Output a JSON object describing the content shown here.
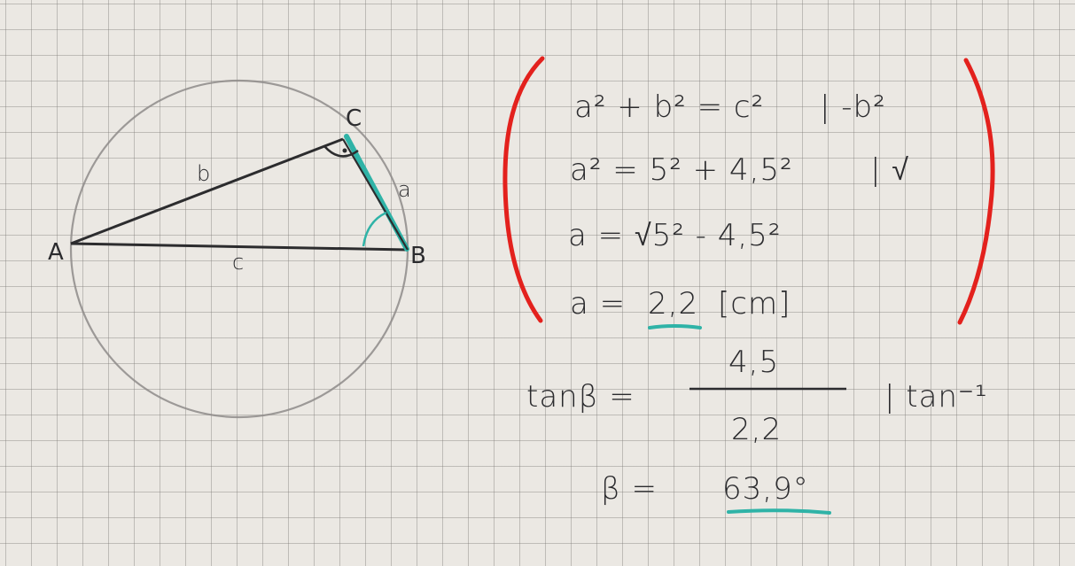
{
  "sketch": {
    "vertices": {
      "A": "A",
      "B": "B",
      "C": "C"
    },
    "sides": {
      "a": "a",
      "b": "b",
      "c": "c"
    },
    "colors": {
      "line": "#2c2c2e",
      "circle": "#8e8b8a",
      "highlight": "#2fb3a7",
      "bracket": "#e3211d"
    }
  },
  "work": {
    "eq1": {
      "lhs": "a² + b² = c²",
      "op": "| -b²"
    },
    "eq2": {
      "lhs": "a² = 5² + 4,5²",
      "op": "| √"
    },
    "eq3": {
      "lhs": "a = √5² - 4,5²"
    },
    "eq4": {
      "prefix": "a =",
      "result": "2,2",
      "unit": "[cm]"
    },
    "eq5": {
      "prefix": "tanβ =",
      "numerator": "4,5",
      "denominator": "2,2",
      "op": "| tan⁻¹"
    },
    "eq6": {
      "prefix": "β =",
      "result": "63,9°"
    }
  }
}
